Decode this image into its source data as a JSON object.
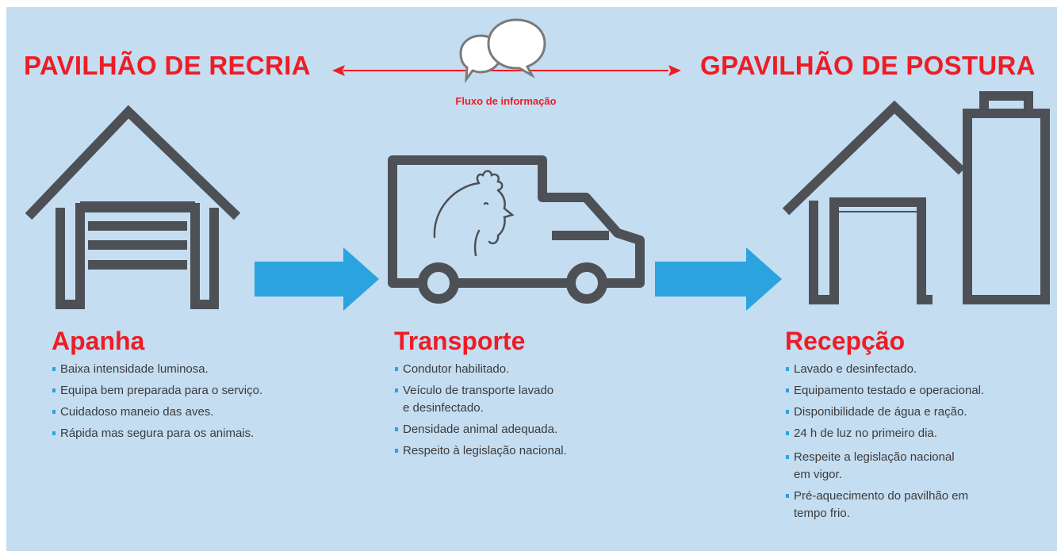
{
  "header": {
    "left_title": "PAVILHÃO DE RECRIA",
    "right_title": "GPAVILHÃO DE POSTURA",
    "flow_label": "Fluxo de informação"
  },
  "sections": [
    {
      "title": "Apanha",
      "items": [
        "Baixa intensidade luminosa.",
        "Equipa bem preparada para o serviço.",
        "Cuidadoso maneio das aves.",
        "Rápida mas segura para os animais."
      ]
    },
    {
      "title": "Transporte",
      "items": [
        "Condutor habilitado.",
        "Veículo de transporte lavado\ne desinfectado.",
        "Densidade animal adequada.",
        "Respeito à legislação nacional."
      ]
    },
    {
      "title": "Recepção",
      "items": [
        "Lavado e desinfectado.",
        "Equipamento testado e operacional.",
        "Disponibilidade de água e ração.",
        "24 h de luz no primeiro dia.",
        "Respeite a legislação nacional\nem vigor.",
        "Pré-aquecimento do pavilhão em\ntempo frio."
      ]
    }
  ],
  "colors": {
    "background": "#c5ddf1",
    "accent_red": "#ee1c25",
    "icon_gray": "#4d5156",
    "arrow_blue": "#2aa3df",
    "bullet_blue": "#2aa3df"
  },
  "icons": {
    "left_building": "garage-icon",
    "middle_vehicle": "truck-with-chicken-icon",
    "right_building": "poultry-house-with-silo-icon",
    "flow": "speech-bubbles-icon",
    "step_arrow": "right-arrow-icon"
  }
}
